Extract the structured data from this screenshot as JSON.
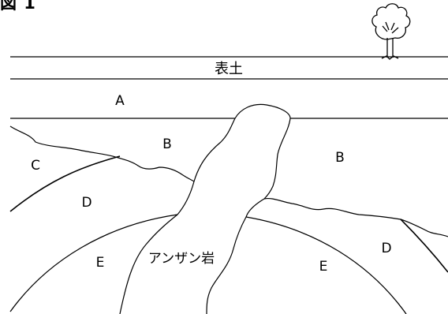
{
  "figure": {
    "title": "図 1"
  },
  "layers": {
    "topsoil": "表土",
    "a": "A",
    "b_left": "B",
    "b_right": "B",
    "c": "C",
    "d_left": "D",
    "d_right": "D",
    "e_left": "E",
    "e_right": "E",
    "andesite": "アンザン岩"
  },
  "icons": {
    "tree": "tree-icon"
  }
}
